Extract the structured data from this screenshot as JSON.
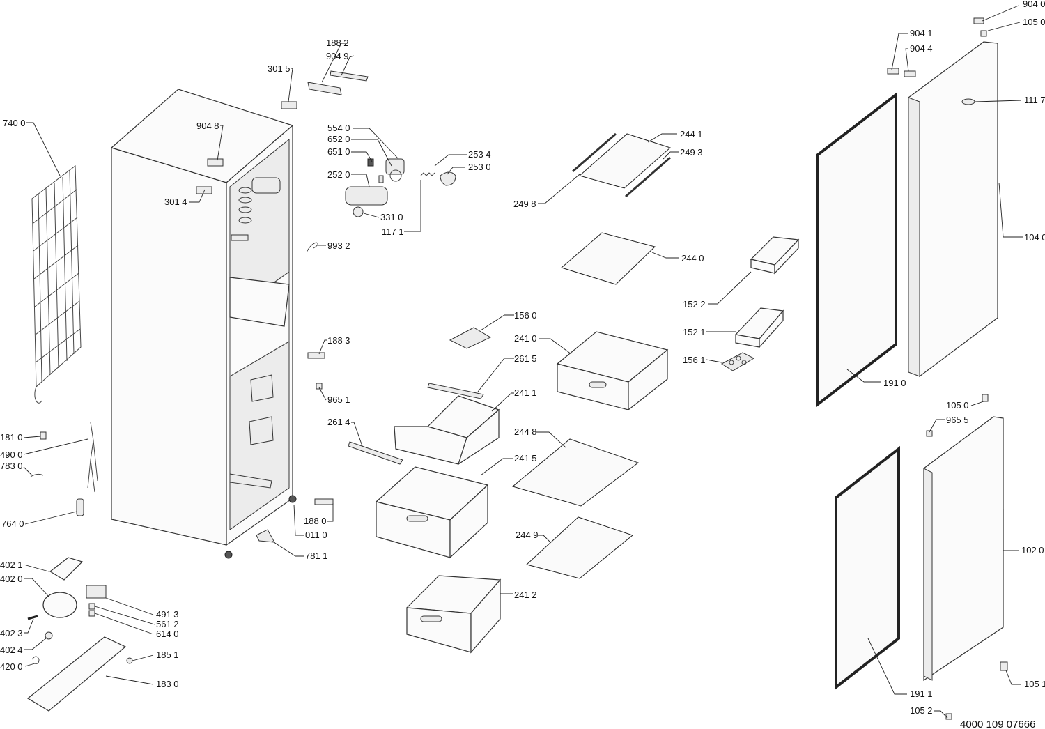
{
  "labels": {
    "l9040": "904 0",
    "l1050a": "105 0",
    "l9041": "904 1",
    "l9044": "904 4",
    "l1117": "111 7",
    "l1040": "104 0",
    "l1882": "188 2",
    "l9049": "904 9",
    "l3015": "301 5",
    "l7400": "740 0",
    "l9048": "904 8",
    "l3014": "301 4",
    "l5540": "554 0",
    "l6520": "652 0",
    "l6510": "651 0",
    "l2520": "252 0",
    "l3310": "331 0",
    "l1171": "117 1",
    "l2534": "253 4",
    "l2530": "253 0",
    "l9932": "993 2",
    "l2441": "244 1",
    "l2493": "249 3",
    "l2498": "249 8",
    "l2440": "244 0",
    "l1522": "152 2",
    "l1521": "152 1",
    "l1561": "156 1",
    "l1560": "156 0",
    "l2410": "241 0",
    "l2615": "261 5",
    "l2411": "241 1",
    "l2614": "261 4",
    "l1883": "188 3",
    "l9651": "965 1",
    "l1910": "191 0",
    "l1050b": "105 0",
    "l9655": "965 5",
    "l1810": "181 0",
    "l4900": "490 0",
    "l7830": "783 0",
    "l7640": "764 0",
    "l2448": "244 8",
    "l2415": "241 5",
    "l1880": "188 0",
    "l0110": "011 0",
    "l7811": "781 1",
    "l2449": "244 9",
    "l1020": "102 0",
    "l4021": "402 1",
    "l4020": "402 0",
    "l4913": "491 3",
    "l5612": "561 2",
    "l6140": "614 0",
    "l2412": "241 2",
    "l4023": "402 3",
    "l4024": "402 4",
    "l1851": "185 1",
    "l4200": "420 0",
    "l1830": "183 0",
    "l1911": "191 1",
    "l1051": "105 1",
    "l1052": "105 2",
    "code": "4000 109 07666"
  }
}
